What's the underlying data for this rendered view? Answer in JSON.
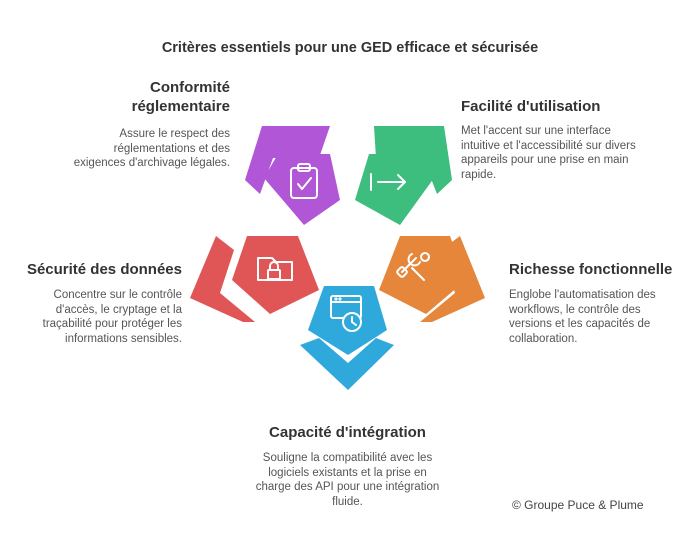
{
  "title": "Critères essentiels pour une GED efficace et sécurisée",
  "segments": [
    {
      "heading": "Conformité réglementaire",
      "description": "Assure le respect des réglementations et des exigences d'archivage légales.",
      "color": "#b156d6",
      "icon": "clipboard-check-icon"
    },
    {
      "heading": "Facilité d'utilisation",
      "description": "Met l'accent sur une interface intuitive et l'accessibilité sur divers appareils pour une prise en main rapide.",
      "color": "#3dbd7e",
      "icon": "arrow-right-to-line-icon"
    },
    {
      "heading": "Richesse fonctionnelle",
      "description": "Englobe l'automatisation des workflows, le contrôle des versions et les capacités de collaboration.",
      "color": "#e5863a",
      "icon": "tools-icon"
    },
    {
      "heading": "Capacité d'intégration",
      "description": "Souligne la compatibilité avec les logiciels existants et la prise en charge des API pour une intégration fluide.",
      "color": "#2fa8dc",
      "icon": "window-clock-icon"
    },
    {
      "heading": "Sécurité des données",
      "description": "Concentre sur le contrôle d'accès, le cryptage et la traçabilité pour protéger les informations sensibles.",
      "color": "#e05656",
      "icon": "folder-lock-icon"
    }
  ],
  "copyright": "© Groupe Puce & Plume"
}
